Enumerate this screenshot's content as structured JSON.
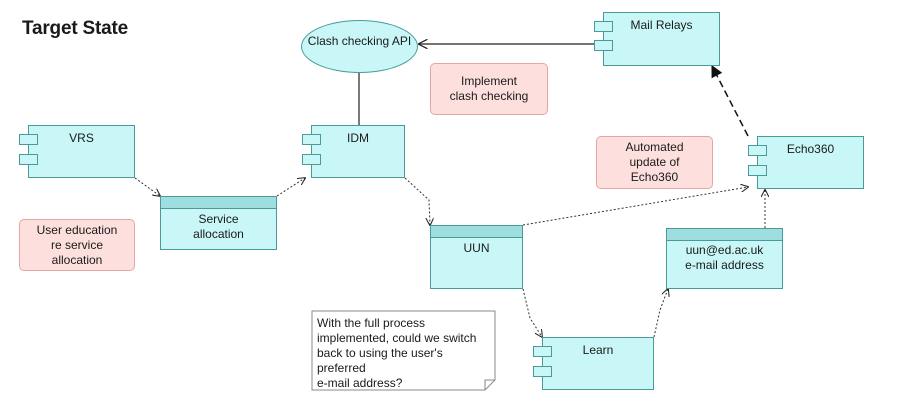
{
  "title": "Target State",
  "nodes": {
    "clash_api": "Clash checking API",
    "mail_relays": "Mail Relays",
    "vrs": "VRS",
    "idm": "IDM",
    "echo360": "Echo360",
    "service_allocation": [
      "Service",
      "allocation"
    ],
    "uun": "UUN",
    "email_address": [
      "uun@ed.ac.uk",
      "e-mail address"
    ],
    "learn": "Learn"
  },
  "notes": {
    "implement_clash": [
      "Implement",
      "clash checking"
    ],
    "automated_update": [
      "Automated",
      "update of",
      "Echo360"
    ],
    "user_education": [
      "User education",
      "re service",
      "allocation"
    ]
  },
  "comment": [
    "With the full process",
    "implemented, could we switch",
    "back to using the user's preferred",
    "e-mail address?"
  ],
  "colors": {
    "component_fill": "#c9f7f7",
    "component_border": "#4a9a9a",
    "note_fill": "#fde0de",
    "note_border": "#e4a6a3"
  }
}
